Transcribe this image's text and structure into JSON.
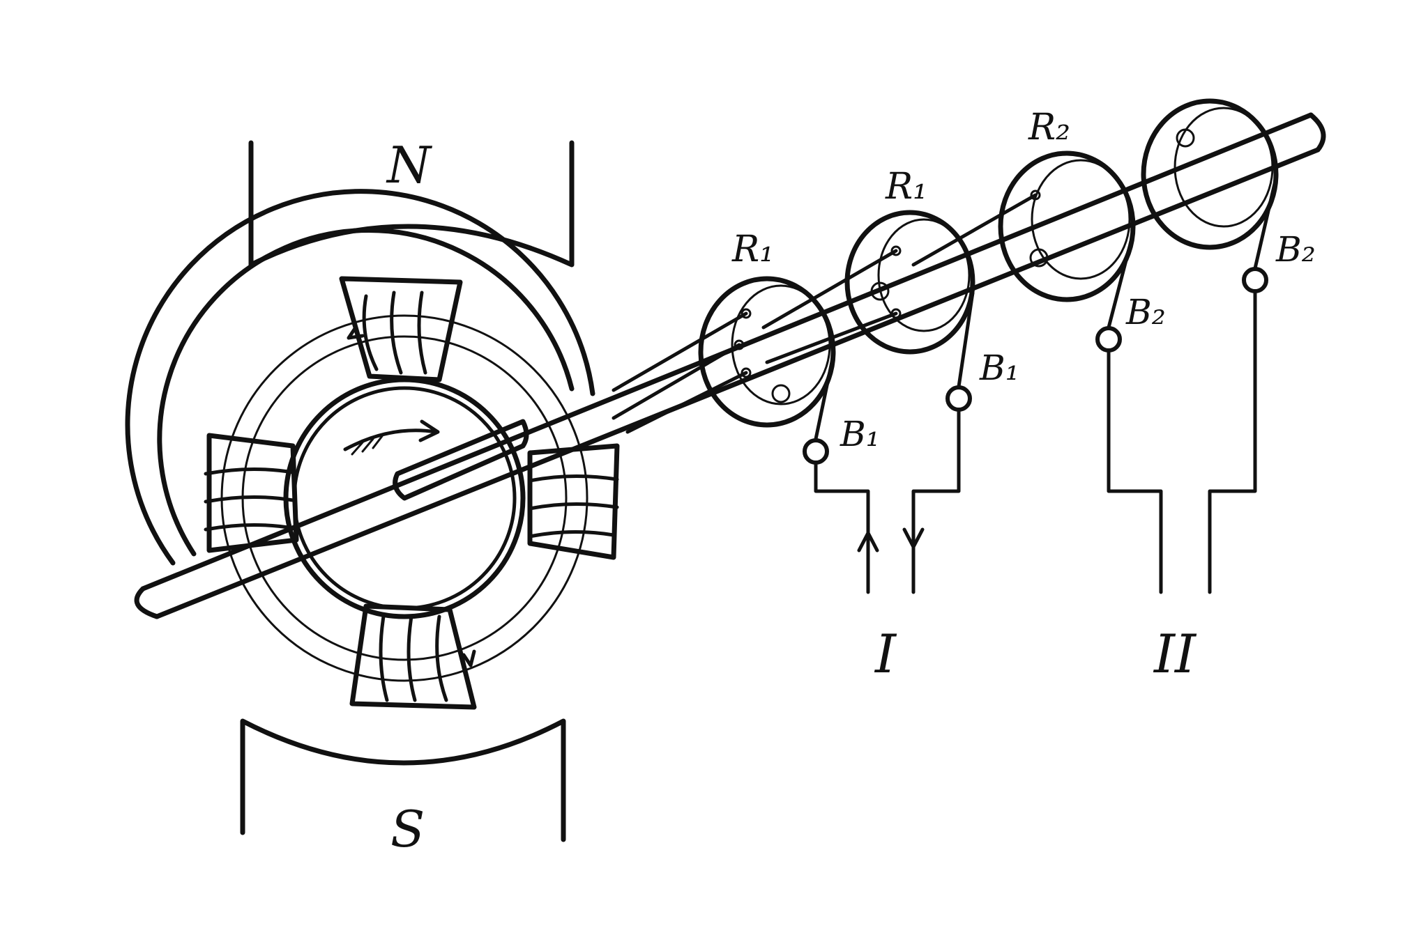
{
  "diagram": {
    "colors": {
      "ink": "#111111",
      "paper": "#ffffff"
    },
    "labels": {
      "pole_north": "N",
      "pole_south": "S",
      "ring_1a": "R₁",
      "ring_1b": "R₁",
      "ring_2": "R₂",
      "brush_1a": "B₁",
      "brush_1b": "B₁",
      "brush_2a": "B₂",
      "brush_2b": "B₂",
      "circuit_1": "I",
      "circuit_2": "II"
    }
  }
}
